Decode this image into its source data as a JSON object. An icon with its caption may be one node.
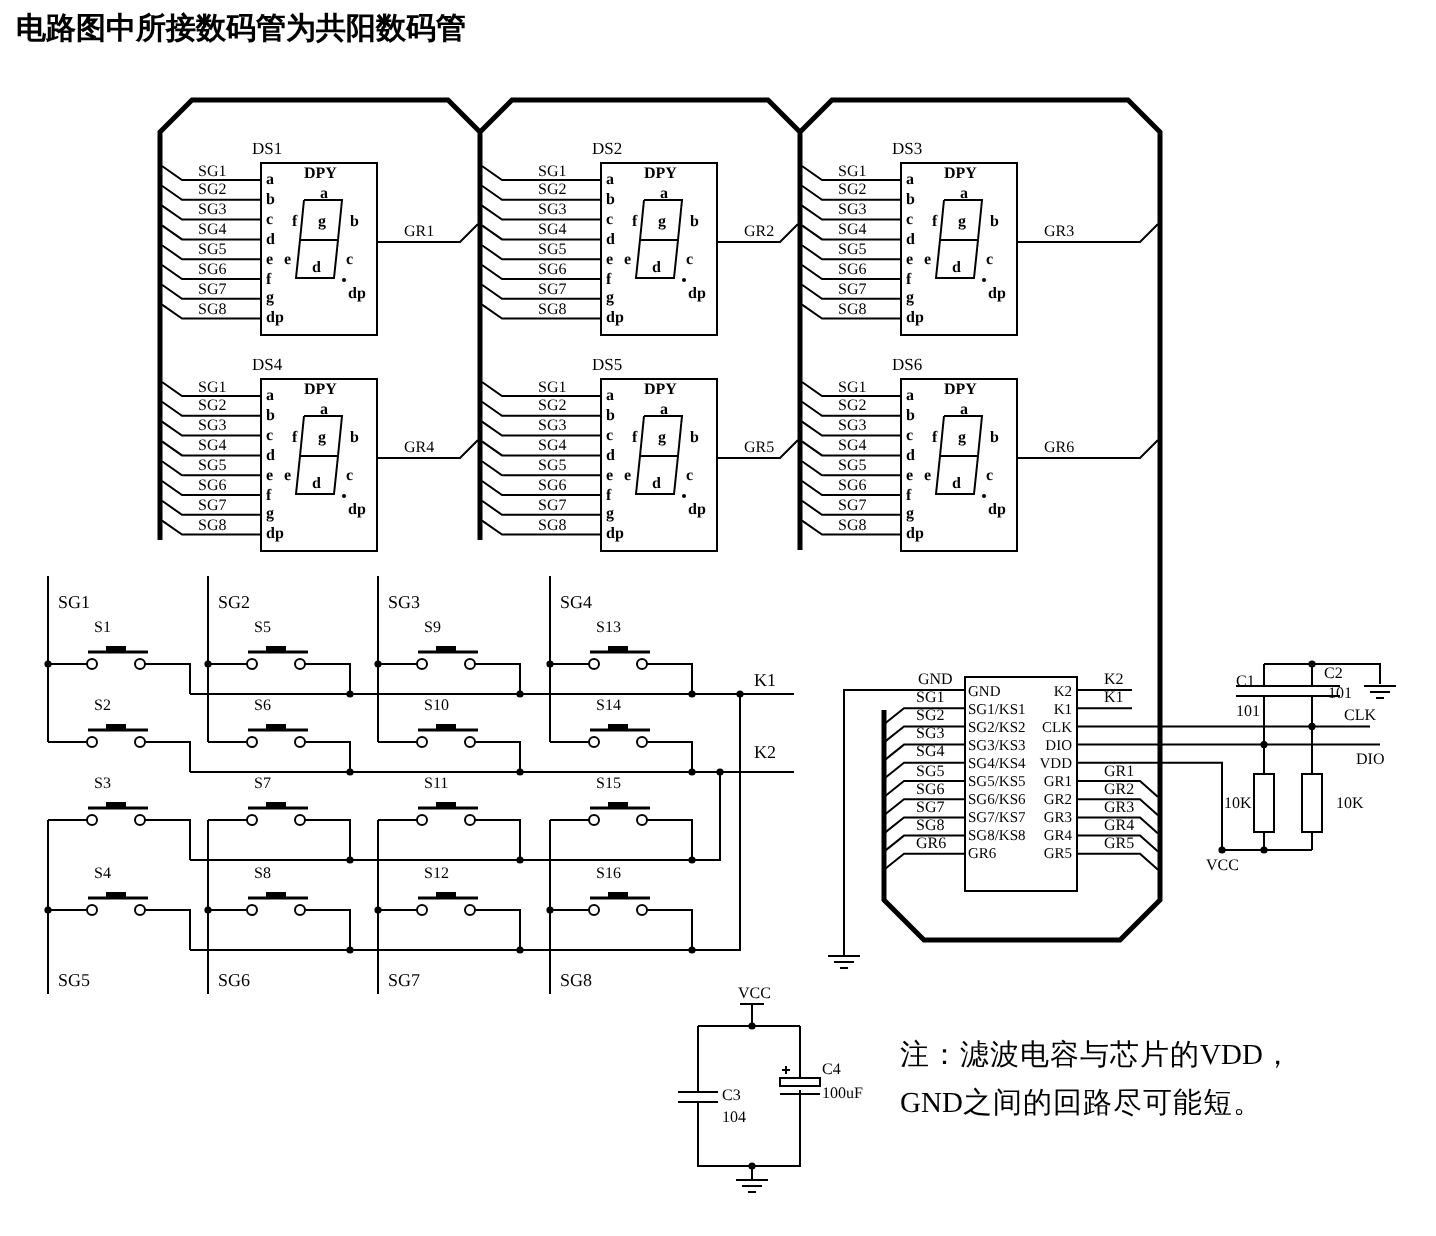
{
  "diagram": {
    "title": "电路图中所接数码管为共阳数码管",
    "nodes": [
      {
        "text": [
          "DS1",
          "DPY",
          "a",
          "b",
          "c",
          "d",
          "e",
          "f",
          "g",
          "dp",
          "a",
          "f",
          "b",
          "g",
          "e",
          "c",
          "d",
          "dp"
        ]
      },
      {
        "text": [
          "DS2",
          "DPY",
          "a",
          "b",
          "c",
          "d",
          "e",
          "f",
          "g",
          "dp",
          "a",
          "f",
          "b",
          "g",
          "e",
          "c",
          "d",
          "dp"
        ]
      },
      {
        "text": [
          "DS3",
          "DPY",
          "a",
          "b",
          "c",
          "d",
          "e",
          "f",
          "g",
          "dp",
          "a",
          "f",
          "b",
          "g",
          "e",
          "c",
          "d",
          "dp"
        ]
      },
      {
        "text": [
          "DS4",
          "DPY",
          "a",
          "b",
          "c",
          "d",
          "e",
          "f",
          "g",
          "dp",
          "a",
          "f",
          "b",
          "g",
          "e",
          "c",
          "d",
          "dp"
        ]
      },
      {
        "text": [
          "DS5",
          "DPY",
          "a",
          "b",
          "c",
          "d",
          "e",
          "f",
          "g",
          "dp",
          "a",
          "f",
          "b",
          "g",
          "e",
          "c",
          "d",
          "dp"
        ]
      },
      {
        "text": [
          "DS6",
          "DPY",
          "a",
          "b",
          "c",
          "d",
          "e",
          "f",
          "g",
          "dp",
          "a",
          "f",
          "b",
          "g",
          "e",
          "c",
          "d",
          "dp"
        ]
      },
      {
        "text": [
          "GND",
          "SG1/KS1",
          "SG2/KS2",
          "SG3/KS3",
          "SG4/KS4",
          "SG5/KS5",
          "SG6/KS6",
          "SG7/KS7",
          "SG8/KS8",
          "GR6",
          "K2",
          "K1",
          "CLK",
          "DIO",
          "VDD",
          "GR1",
          "GR2",
          "GR3",
          "GR4",
          "GR5"
        ]
      },
      {
        "text": [
          "S1"
        ]
      },
      {
        "text": [
          "S5"
        ]
      },
      {
        "text": [
          "S9"
        ]
      },
      {
        "text": [
          "S13"
        ]
      },
      {
        "text": [
          "S2"
        ]
      },
      {
        "text": [
          "S6"
        ]
      },
      {
        "text": [
          "S10"
        ]
      },
      {
        "text": [
          "S14"
        ]
      },
      {
        "text": [
          "S3"
        ]
      },
      {
        "text": [
          "S7"
        ]
      },
      {
        "text": [
          "S11"
        ]
      },
      {
        "text": [
          "S15"
        ]
      },
      {
        "text": [
          "S4"
        ]
      },
      {
        "text": [
          "S8"
        ]
      },
      {
        "text": [
          "S12"
        ]
      },
      {
        "text": [
          "S16"
        ]
      }
    ],
    "labels": [
      "SG1",
      "SG2",
      "SG3",
      "SG4",
      "SG5",
      "SG6",
      "SG7",
      "SG8",
      "GR1",
      "SG1",
      "SG2",
      "SG3",
      "SG4",
      "SG5",
      "SG6",
      "SG7",
      "SG8",
      "GR2",
      "SG1",
      "SG2",
      "SG3",
      "SG4",
      "SG5",
      "SG6",
      "SG7",
      "SG8",
      "GR3",
      "SG1",
      "SG2",
      "SG3",
      "SG4",
      "SG5",
      "SG6",
      "SG7",
      "SG8",
      "GR4",
      "SG1",
      "SG2",
      "SG3",
      "SG4",
      "SG5",
      "SG6",
      "SG7",
      "SG8",
      "GR5",
      "SG1",
      "SG2",
      "SG3",
      "SG4",
      "SG5",
      "SG6",
      "SG7",
      "SG8",
      "GR6",
      "SG1",
      "SG2",
      "SG3",
      "SG4",
      "K1",
      "K2",
      "SG5",
      "SG6",
      "SG7",
      "SG8",
      "GND",
      "SG1",
      "SG2",
      "SG3",
      "SG4",
      "SG5",
      "SG6",
      "SG7",
      "SG8",
      "GR6",
      "K2",
      "K1",
      "GR1",
      "GR2",
      "GR3",
      "GR4",
      "GR5",
      "CLK",
      "DIO",
      "C1",
      "101",
      "C2",
      "101",
      "10K",
      "10K",
      "VCC",
      "VCC",
      "C3",
      "104",
      "C4",
      "100uF",
      "注：滤波电容与芯片的VDD，GND之间的回路尽可能短。"
    ]
  }
}
